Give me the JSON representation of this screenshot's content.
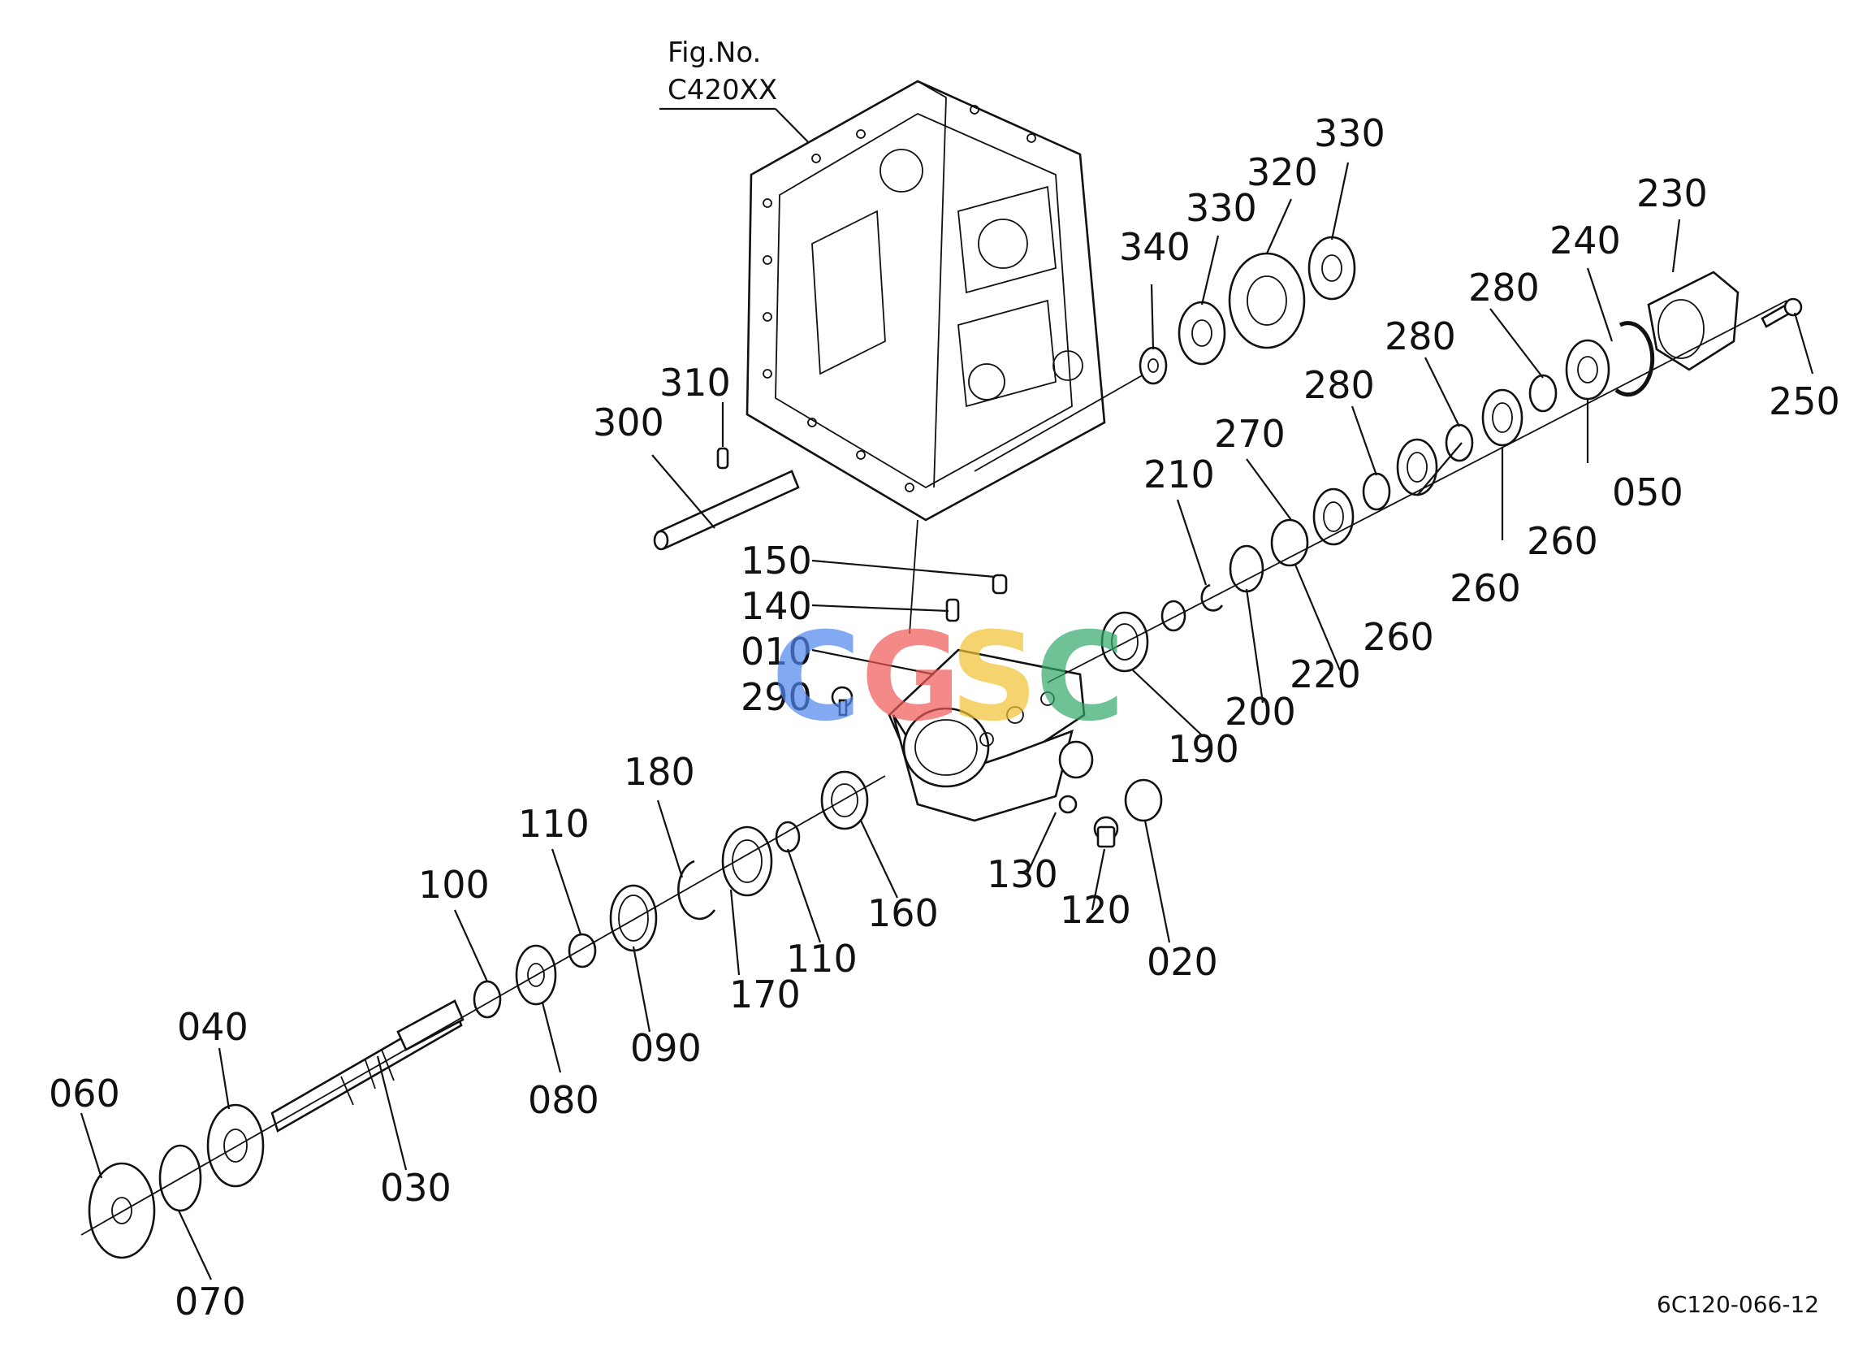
{
  "figure": {
    "fig_label": "Fig.No.",
    "fig_number": "C420XX",
    "drawing_code": "6C120-066-12"
  },
  "watermark": {
    "letters": [
      "C",
      "G",
      "S",
      "C"
    ],
    "colors": [
      "#4f86ee",
      "#ee5a57",
      "#f2c233",
      "#33a86a"
    ]
  },
  "part_labels": [
    "300",
    "310",
    "150",
    "140",
    "010",
    "290",
    "340",
    "330",
    "320",
    "330",
    "230",
    "240",
    "250",
    "280",
    "280",
    "280",
    "270",
    "210",
    "260",
    "260",
    "260",
    "050",
    "220",
    "200",
    "190",
    "180",
    "110",
    "100",
    "160",
    "110",
    "170",
    "090",
    "080",
    "130",
    "120",
    "020",
    "040",
    "060",
    "030",
    "070"
  ]
}
